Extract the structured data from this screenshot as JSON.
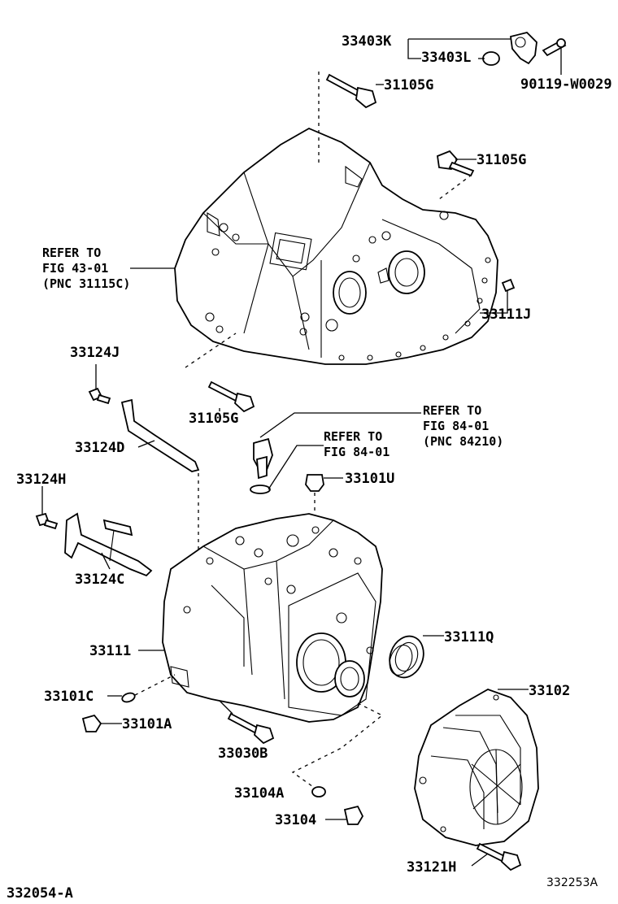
{
  "diagram_id": "332054-A",
  "image_id": "332253A",
  "labels": {
    "p33403K": "33403K",
    "p33403L": "33403L",
    "p90119": "90119-W0029",
    "p31105G_a": "31105G",
    "p31105G_b": "31105G",
    "p31105G_c": "31105G",
    "p33111J": "33111J",
    "p33124J": "33124J",
    "p33124D": "33124D",
    "p33124H": "33124H",
    "p33124C": "33124C",
    "p33101U": "33101U",
    "p33111": "33111",
    "p33111Q": "33111Q",
    "p33102": "33102",
    "p33101C": "33101C",
    "p33101A": "33101A",
    "p33030B": "33030B",
    "p33104A": "33104A",
    "p33104": "33104",
    "p33121H": "33121H"
  },
  "references": {
    "fig43": {
      "line1": "REFER TO",
      "line2": "FIG 43-01",
      "line3": "(PNC 31115C)"
    },
    "fig84a": {
      "line1": "REFER TO",
      "line2": "FIG 84-01",
      "line3": "(PNC 84210)"
    },
    "fig84b": {
      "line1": "REFER TO",
      "line2": "FIG 84-01"
    }
  }
}
